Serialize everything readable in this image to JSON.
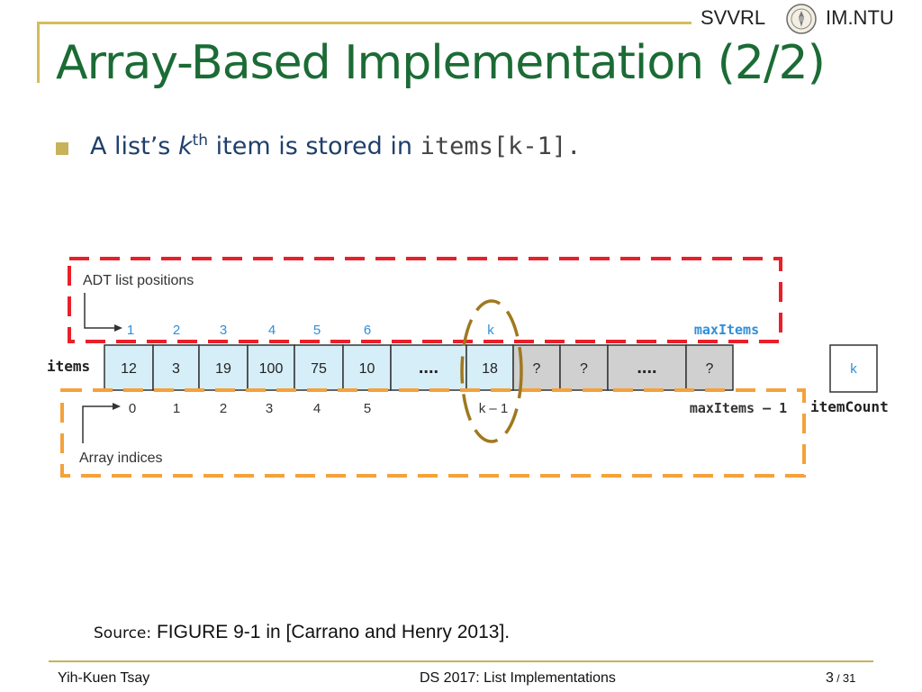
{
  "header": {
    "brand_left": "SVVRL",
    "brand_right": "IM.NTU",
    "seal_icon": "university-seal-icon",
    "title": "Array-Based Implementation (2/2)"
  },
  "bullet": {
    "pre": "A list’s ",
    "k": "k",
    "sup": "th",
    "mid": " item is stored in ",
    "code": "items[k-1]."
  },
  "diagram": {
    "adt_label": "ADT list positions",
    "positions": [
      "1",
      "2",
      "3",
      "4",
      "5",
      "6",
      "k",
      "maxItems"
    ],
    "array_name": "items",
    "cells": [
      "12",
      "3",
      "19",
      "100",
      "75",
      "10",
      "....",
      "18",
      "?",
      "?",
      "....",
      "?"
    ],
    "indices": [
      "0",
      "1",
      "2",
      "3",
      "4",
      "5",
      "k – 1",
      "maxItems – 1"
    ],
    "indices_label": "Array indices",
    "count_value": "k",
    "count_label": "itemCount",
    "colors": {
      "cell_blue": "#d6eef8",
      "cell_gray": "#d0d0d0",
      "position_text": "#2f8fd8",
      "red_dash": "#e8202a",
      "orange_dash": "#f4a23a",
      "ellipse": "#a0781e"
    }
  },
  "source": {
    "label": "Source:",
    "text": " FIGURE 9-1 in [Carrano and Henry 2013]."
  },
  "footer": {
    "author": "Yih-Kuen Tsay",
    "course": "DS 2017: List Implementations",
    "page_num": "3",
    "page_sep": " / ",
    "page_total": "31"
  }
}
